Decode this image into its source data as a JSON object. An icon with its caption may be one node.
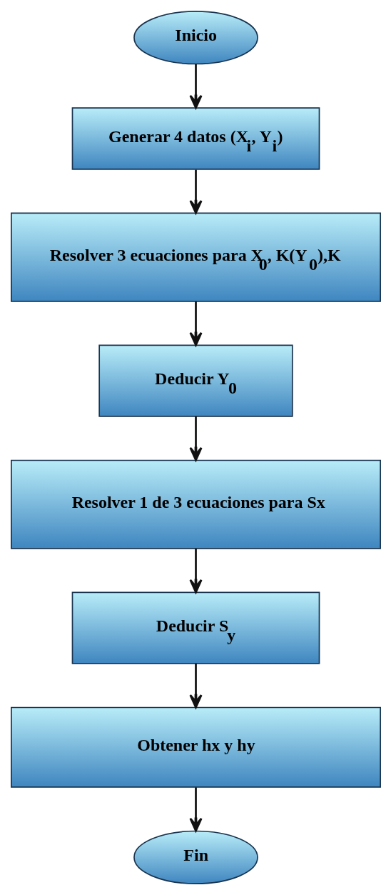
{
  "diagram": {
    "nodes": [
      {
        "text": [
          "Inicio"
        ]
      },
      {
        "text": [
          "Generar 4 datos (X$_{i}$, Y$_{i}$)"
        ]
      },
      {
        "text": [
          "Resolver 3 ecuaciones para X$_{0}$, K(Y$_{0}$),K"
        ]
      },
      {
        "text": [
          "Deducir Y$_{0}$"
        ]
      },
      {
        "text": [
          "Resolver 1 de 3 ecuaciones para Sx"
        ]
      },
      {
        "text": [
          "Deducir S$_{y}$"
        ]
      },
      {
        "text": [
          "Obtener hx y hy"
        ]
      },
      {
        "text": [
          "Fin"
        ]
      }
    ],
    "edges": [
      {
        "from": 0,
        "to": 1,
        "arrow": "to"
      },
      {
        "from": 1,
        "to": 2,
        "arrow": "to"
      },
      {
        "from": 2,
        "to": 3,
        "arrow": "to"
      },
      {
        "from": 3,
        "to": 4,
        "arrow": "to"
      },
      {
        "from": 4,
        "to": 5,
        "arrow": "to"
      },
      {
        "from": 5,
        "to": 6,
        "arrow": "to"
      },
      {
        "from": 6,
        "to": 7,
        "arrow": "to"
      }
    ]
  }
}
